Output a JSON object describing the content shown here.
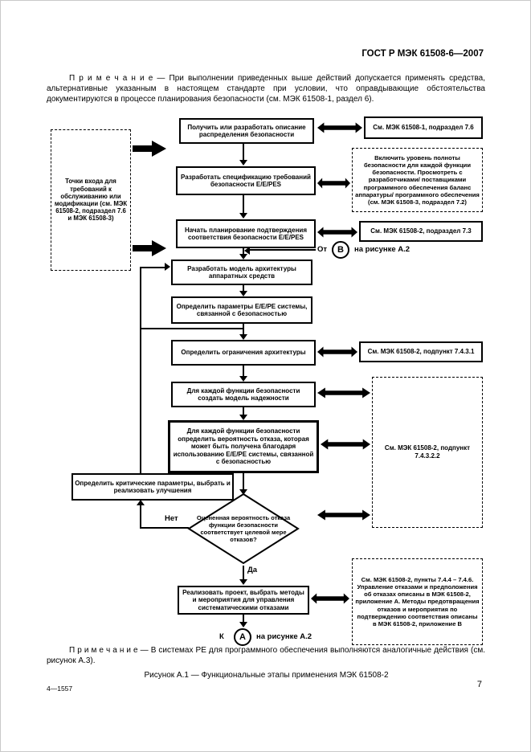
{
  "page": {
    "header": "ГОСТ Р МЭК 61508-6—2007",
    "note_top": "П р и м е ч а н и е — При выполнении приведенных выше действий допускается применять средства, альтернативные указанным в настоящем стандарте при условии, что оправдывающие обстоятельства документируются в процессе планирования безопасности (см. МЭК 61508-1, раздел 6).",
    "note_bottom": "П р и м е ч а н и е — В системах РЕ для программного обеспечения выполняются аналогичные действия (см. рисунок А.3).",
    "caption": "Рисунок А.1 — Функциональные этапы применения МЭК 61508-2",
    "footer_left": "4—1557",
    "page_number": "7"
  },
  "flowchart": {
    "entry_box": "Точки входа для требований к обслуживанию или модификации (см. МЭК 61508-2, подраздел 7.6 и МЭК 61508-3)",
    "steps": {
      "step1": "Получить или разработать описание распределения безопасности",
      "step2": "Разработать спецификацию требований безопасности E/E/PES",
      "step3": "Начать планирование подтверждения соответствия безопасности E/E/PES",
      "step4": "Разработать модель архитектуры аппаратных средств",
      "step5": "Определить параметры E/E/PE системы, связанной с безопасностью",
      "step6": "Определить ограничения архитектуры",
      "step7": "Для каждой функции безопасности создать модель надежности",
      "step8": "Для каждой функции безопасности определить вероятность отказа, которая может быть получена благодаря использованию E/E/PE системы, связанной с безопасностью",
      "improve": "Определить критические параметры, выбрать и реализовать улучшения",
      "decision": "Оцененная вероятность отказа функции безопасности соответствует целевой мере отказов?",
      "implement": "Реализовать проект, выбрать методы и мероприятия для управления систематическими отказами"
    },
    "refs": {
      "ref1": "См. МЭК 61508-1, подраздел 7.6",
      "ref2": "Включить уровень полноты безопасности для каждой функции безопасности. Просмотреть с разработчиками/ поставщиками программного обеспечения баланс аппаратуры/ программного обеспечения (см. МЭК 61508-3, подраздел 7.2)",
      "ref3": "См. МЭК 61508-2, подраздел 7.3",
      "ref4": "См. МЭК 61508-2, подпункт 7.4.3.1",
      "ref5": "См. МЭК 61508-2, подпункт 7.4.3.2.2",
      "ref6": "См. МЭК 61508-2, пункты 7.4.4 – 7.4.6. Управление отказами и предположения об отказах описаны в МЭК 61508-2, приложение А. Методы предотвращения отказов и мероприятия по подтверждению соответствия описаны в МЭК 61508-2, приложение В"
    },
    "labels": {
      "no": "Нет",
      "yes": "Да",
      "from_prefix": "От",
      "from_suffix": "на рисунке А.2",
      "to_prefix": "К",
      "to_suffix": "на рисунке А.2",
      "connector_b": "В",
      "connector_a": "А"
    }
  },
  "colors": {
    "ink": "#000000",
    "paper": "#ffffff"
  }
}
